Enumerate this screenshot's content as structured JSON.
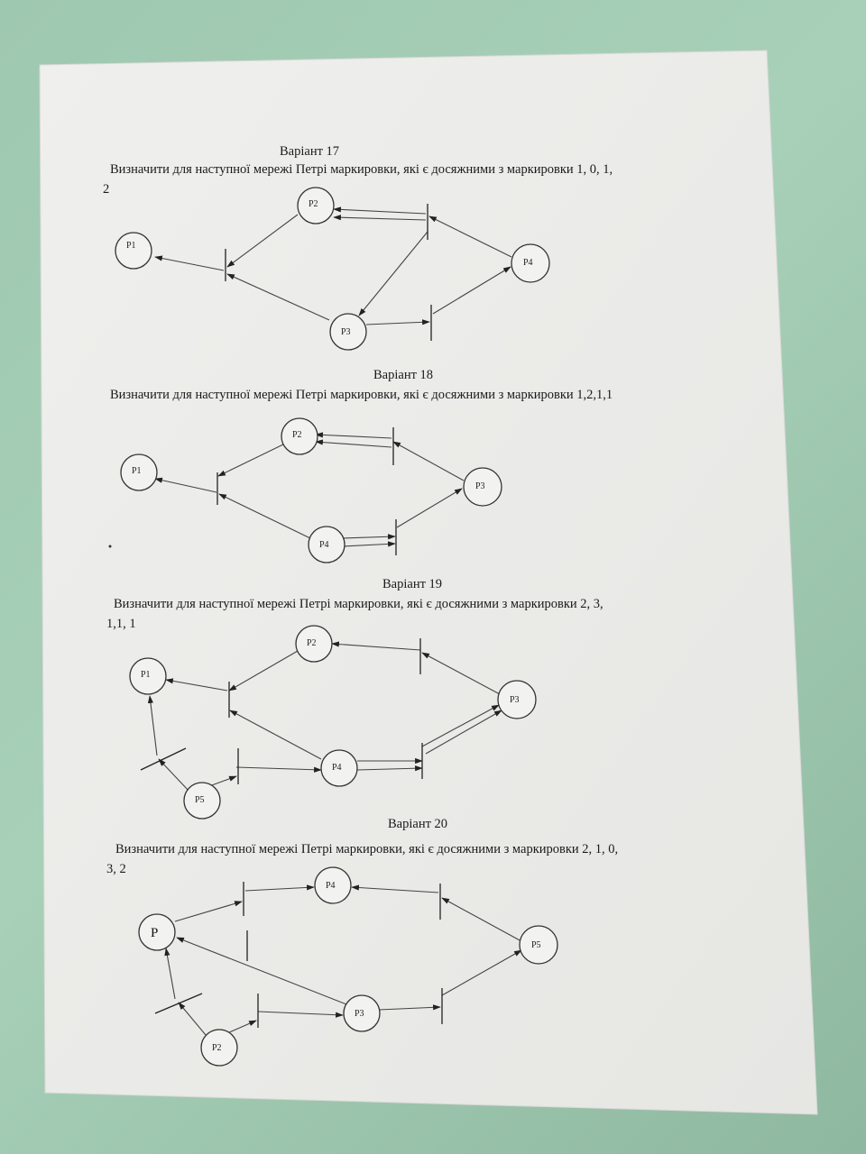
{
  "variants": [
    {
      "title": "Варіант 17",
      "line1": "Визначити для наступної мережі Петрі  маркировки, які є  досяжними  з маркировки 1, 0, 1,",
      "line2": "2",
      "places": [
        "P1",
        "P2",
        "P3",
        "P4"
      ]
    },
    {
      "title": "Варіант 18",
      "line1": "Визначити для наступної мережі Петрі  маркировки, які є  досяжними  з маркировки 1,2,1,1",
      "line2": "",
      "places": [
        "P1",
        "P2",
        "P3",
        "P4"
      ]
    },
    {
      "title": "Варіант 19",
      "line1": "Визначити для наступної мережі Петрі  маркировки, які є  досяжними  з маркировки   2, 3,",
      "line2": "1,1, 1",
      "places": [
        "P1",
        "P2",
        "P3",
        "P4",
        "P5"
      ]
    },
    {
      "title": "Варіант 20",
      "line1": "Визначити для наступної мережі Петрі  маркировки, які є  досяжними  з маркировки   2, 1, 0,",
      "line2": "3, 2",
      "places": [
        "P",
        "P2",
        "P3",
        "P4",
        "P5"
      ]
    }
  ]
}
